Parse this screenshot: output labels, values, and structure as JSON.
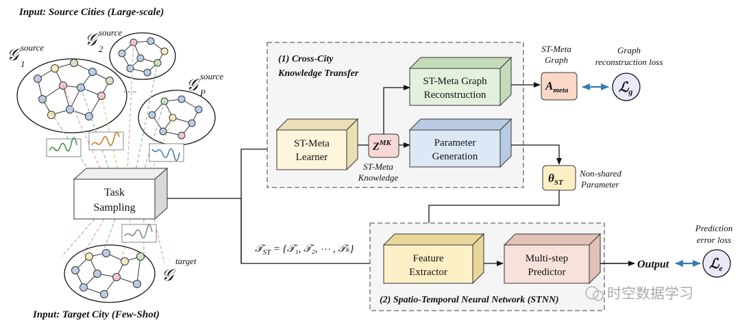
{
  "labels": {
    "input_source": "Input: Source Cities (Large-scale)",
    "input_target": "Input: Target City (Few-Shot)",
    "g_symbol": "𝒢",
    "source_sup": "source",
    "target_sup": "target",
    "sub_1": "1",
    "sub_2": "2",
    "sub_p": "P",
    "ellipsis": "......",
    "task_sampling_1": "Task",
    "task_sampling_2": "Sampling",
    "section1_title_1": "(1) Cross-City",
    "section1_title_2": "Knowledge Transfer",
    "st_meta_learner_1": "ST-Meta",
    "st_meta_learner_2": "Learner",
    "z_mk": "Z",
    "z_mk_sup": "MK",
    "st_meta_knowledge_1": "ST-Meta",
    "st_meta_knowledge_2": "Knowledge",
    "graph_recon_1": "ST-Meta Graph",
    "graph_recon_2": "Reconstruction",
    "param_gen_1": "Parameter",
    "param_gen_2": "Generation",
    "st_meta_graph_1": "ST-Meta",
    "st_meta_graph_2": "Graph",
    "a_meta": "A",
    "a_meta_sub": "meta",
    "graph_loss_1": "Graph",
    "graph_loss_2": "reconstruction loss",
    "l_g": "ℒ",
    "l_g_sub": "g",
    "theta": "θ",
    "theta_sub": "ST",
    "non_shared_1": "Non-shared",
    "non_shared_2": "Parameter",
    "task_set": "𝒯",
    "task_set_sub": "ST",
    "task_set_rest": " = {𝒯₁, 𝒯₂, ⋯ , 𝒯ₖ}",
    "feature_extractor_1": "Feature",
    "feature_extractor_2": "Extractor",
    "multistep_1": "Multi-step",
    "multistep_2": "Predictor",
    "section2_title": "(2) Spatio-Temporal Neural Network (STNN)",
    "output": "Output",
    "pred_loss_1": "Prediction",
    "pred_loss_2": "error loss",
    "l_e": "ℒ",
    "l_e_sub": "e",
    "watermark": "时空数据学习"
  },
  "colors": {
    "learner": "#fdf6dc",
    "learner_side": "#e9deb4",
    "green": "#e2f1dc",
    "green_side": "#c4dcba",
    "blue": "#dde8f6",
    "blue_side": "#b9cbe3",
    "feature": "#fdf0c6",
    "feature_side": "#e8d79a",
    "predictor": "#f7e2da",
    "predictor_side": "#e2c2b6",
    "zmk": "#f8d8d4",
    "ameta": "#f9d8c8",
    "theta": "#fcefc6",
    "loss_circle": "#e8eaf8",
    "arrow_blue": "#3a78b0",
    "node_blue": "#b9cde6",
    "node_pink": "#f2c6cf",
    "node_yellow": "#f6ecc0",
    "node_green": "#cfe6c4"
  }
}
